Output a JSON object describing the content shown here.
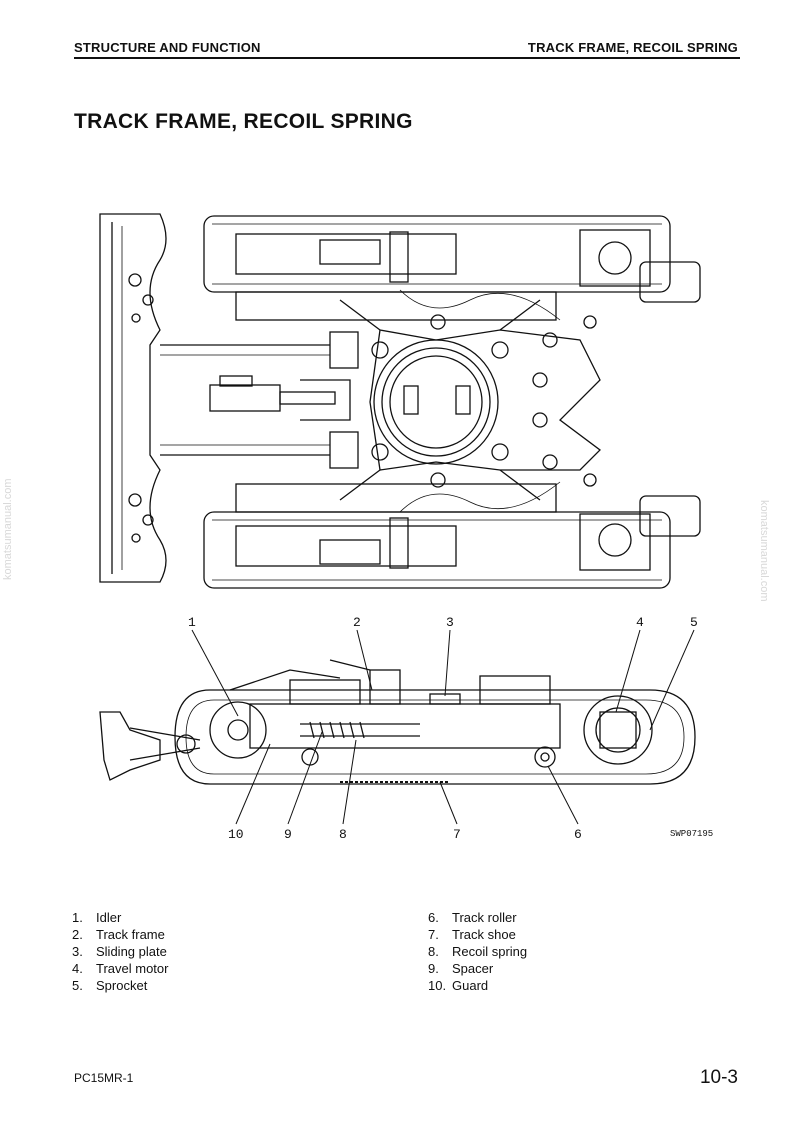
{
  "header": {
    "section": "STRUCTURE AND FUNCTION",
    "topic": "TRACK FRAME, RECOIL SPRING"
  },
  "title": "TRACK FRAME, RECOIL SPRING",
  "watermark": "komatsumanual.com",
  "figure": {
    "code": "SWP07195",
    "callouts_top": [
      "1",
      "2",
      "3",
      "4",
      "5"
    ],
    "callouts_bottom": [
      "10",
      "9",
      "8",
      "7",
      "6"
    ]
  },
  "legend": {
    "left": [
      {
        "num": "1.",
        "label": "Idler"
      },
      {
        "num": "2.",
        "label": "Track frame"
      },
      {
        "num": "3.",
        "label": "Sliding plate"
      },
      {
        "num": "4.",
        "label": "Travel motor"
      },
      {
        "num": "5.",
        "label": "Sprocket"
      }
    ],
    "right": [
      {
        "num": "6.",
        "label": "Track roller"
      },
      {
        "num": "7.",
        "label": "Track shoe"
      },
      {
        "num": "8.",
        "label": "Recoil spring"
      },
      {
        "num": "9.",
        "label": "Spacer"
      },
      {
        "num": "10.",
        "label": "Guard"
      }
    ]
  },
  "footer": {
    "model": "PC15MR-1",
    "page": "10-3"
  }
}
